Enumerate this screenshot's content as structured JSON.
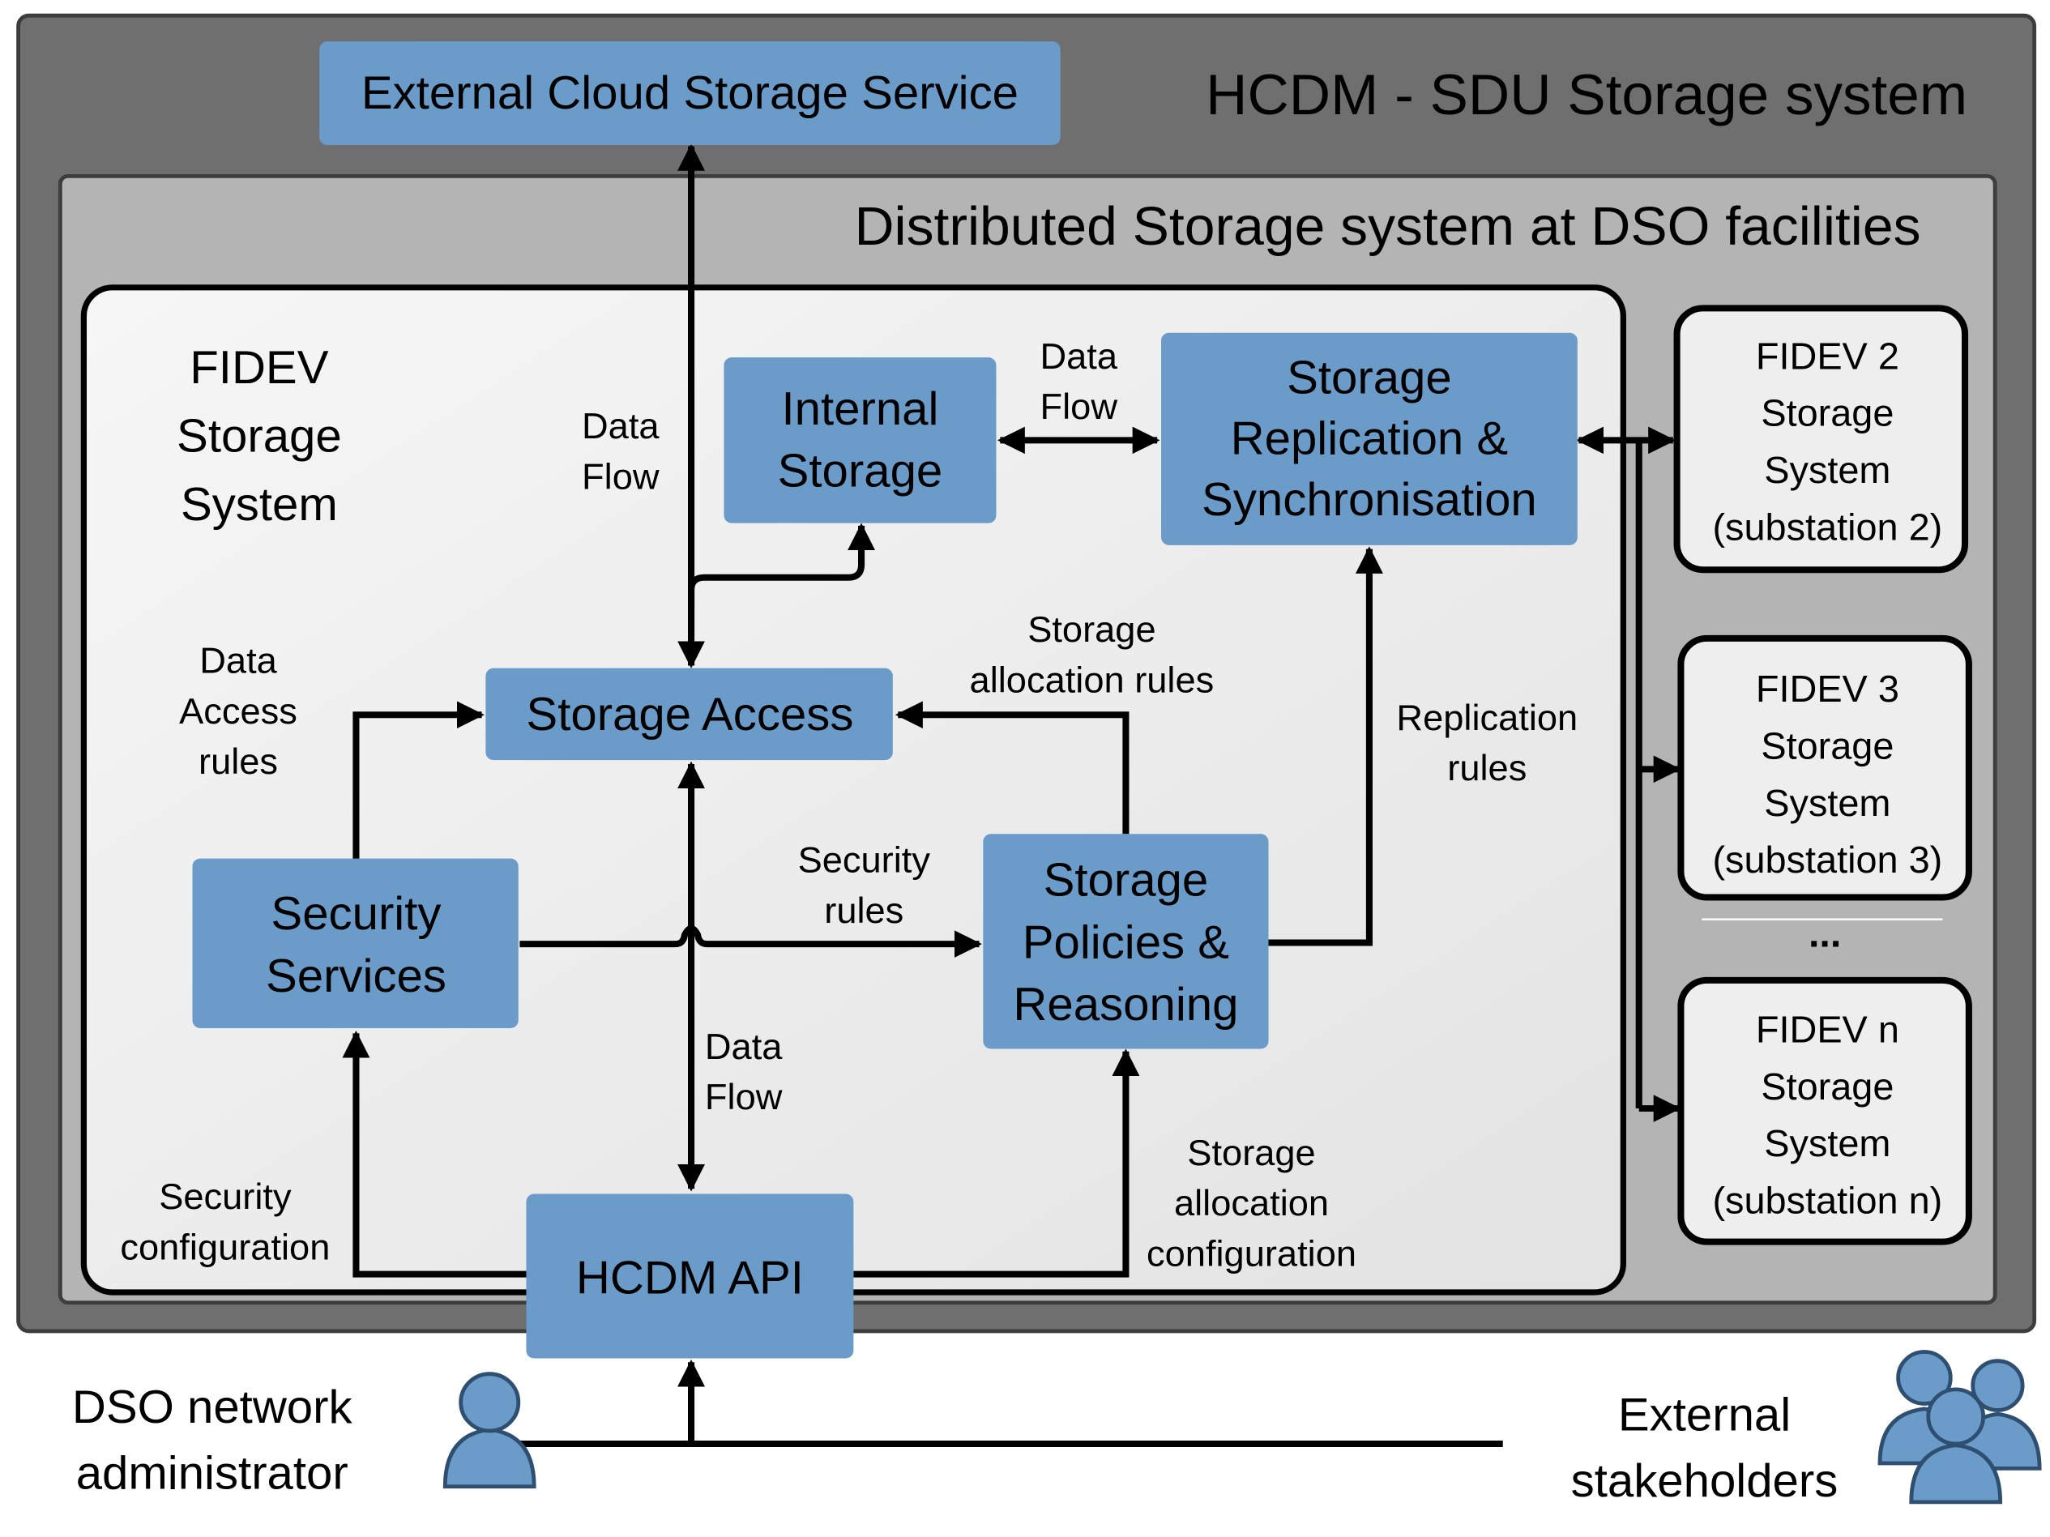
{
  "outer_title": "HCDM - SDU Storage system",
  "inner_title": "Distributed Storage system at DSO facilities",
  "fidev_title": [
    "FIDEV",
    "Storage",
    "System"
  ],
  "boxes": {
    "external_cloud": [
      "External Cloud Storage Service"
    ],
    "internal_storage": [
      "Internal",
      "Storage"
    ],
    "replication": [
      "Storage",
      "Replication &",
      "Synchronisation"
    ],
    "storage_access": [
      "Storage Access"
    ],
    "security_services": [
      "Security",
      "Services"
    ],
    "policies": [
      "Storage",
      "Policies &",
      "Reasoning"
    ],
    "hcdm_api": [
      "HCDM API"
    ]
  },
  "labels": {
    "data_flow_top": [
      "Data",
      "Flow"
    ],
    "data_flow_internal": [
      "Data",
      "Flow"
    ],
    "data_flow_bottom": [
      "Data",
      "Flow"
    ],
    "data_access_rules": [
      "Data",
      "Access",
      "rules"
    ],
    "storage_allocation_rules": [
      "Storage",
      "allocation rules"
    ],
    "replication_rules": [
      "Replication",
      "rules"
    ],
    "security_rules": [
      "Security",
      "rules"
    ],
    "security_configuration": [
      "Security",
      "configuration"
    ],
    "storage_allocation_configuration": [
      "Storage",
      "allocation",
      "configuration"
    ]
  },
  "substations": [
    [
      "FIDEV 2",
      "Storage",
      "System",
      "(substation 2)"
    ],
    [
      "FIDEV 3",
      "Storage",
      "System",
      "(substation 3)"
    ],
    [
      "FIDEV n",
      "Storage",
      "System",
      "(substation n)"
    ]
  ],
  "ellipsis": "...",
  "actors": {
    "admin": [
      "DSO network",
      "administrator"
    ],
    "stakeholders": [
      "External",
      "stakeholders"
    ]
  },
  "colors": {
    "outer_bg": "#6f6f6f",
    "inner_bg": "#b4b4b4",
    "fidev_bg": "#ececec",
    "box_blue": "#6b9bc9",
    "substation_bg": "#eeeeee",
    "person_blue": "#6b9bc9"
  }
}
